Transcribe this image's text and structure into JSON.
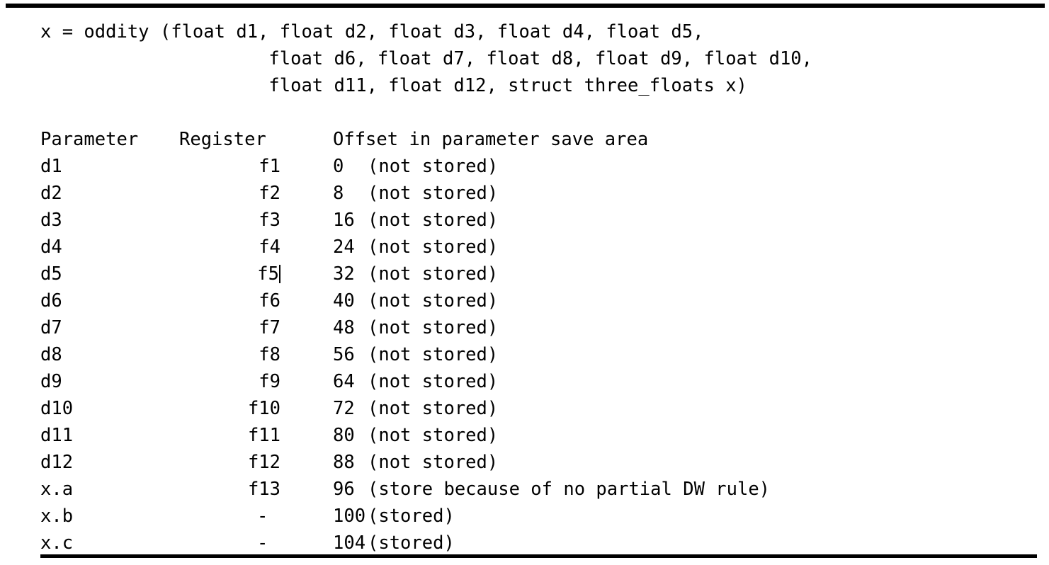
{
  "signature": {
    "lines": [
      "x = oddity (float d1, float d2, float d3, float d4, float d5,",
      "                     float d6, float d7, float d8, float d9, float d10,",
      "                     float d11, float d12, struct three_floats x)"
    ]
  },
  "table": {
    "headers": {
      "parameter": "Parameter",
      "register": "Register",
      "offset": "Offset in parameter save area"
    },
    "rows": [
      {
        "parameter": "d1",
        "register": "f1",
        "offset": "0",
        "note": "(not stored)",
        "caret": false,
        "reg_align": "right"
      },
      {
        "parameter": "d2",
        "register": "f2",
        "offset": "8",
        "note": "(not stored)",
        "caret": false,
        "reg_align": "right"
      },
      {
        "parameter": "d3",
        "register": "f3",
        "offset": "16",
        "note": "(not stored)",
        "caret": false,
        "reg_align": "right"
      },
      {
        "parameter": "d4",
        "register": "f4",
        "offset": "24",
        "note": "(not stored)",
        "caret": false,
        "reg_align": "right"
      },
      {
        "parameter": "d5",
        "register": "f5",
        "offset": "32",
        "note": "(not stored)",
        "caret": true,
        "reg_align": "right"
      },
      {
        "parameter": "d6",
        "register": "f6",
        "offset": "40",
        "note": "(not stored)",
        "caret": false,
        "reg_align": "right"
      },
      {
        "parameter": "d7",
        "register": "f7",
        "offset": "48",
        "note": "(not stored)",
        "caret": false,
        "reg_align": "right"
      },
      {
        "parameter": "d8",
        "register": "f8",
        "offset": "56",
        "note": "(not stored)",
        "caret": false,
        "reg_align": "right"
      },
      {
        "parameter": "d9",
        "register": "f9",
        "offset": "64",
        "note": "(not stored)",
        "caret": false,
        "reg_align": "right"
      },
      {
        "parameter": "d10",
        "register": "f10",
        "offset": "72",
        "note": "(not stored)",
        "caret": false,
        "reg_align": "right"
      },
      {
        "parameter": "d11",
        "register": "f11",
        "offset": "80",
        "note": "(not stored)",
        "caret": false,
        "reg_align": "right"
      },
      {
        "parameter": "d12",
        "register": "f12",
        "offset": "88",
        "note": "(not stored)",
        "caret": false,
        "reg_align": "right"
      },
      {
        "parameter": "x.a",
        "register": "f13",
        "offset": "96",
        "note": "(store because of no partial DW rule)",
        "caret": false,
        "reg_align": "right"
      },
      {
        "parameter": "x.b",
        "register": "-",
        "offset": "100",
        "note": "(stored)",
        "caret": false,
        "reg_align": "left"
      },
      {
        "parameter": "x.c",
        "register": "-",
        "offset": "104",
        "note": "(stored)",
        "caret": false,
        "reg_align": "left"
      }
    ]
  },
  "colors": {
    "text": "#000000",
    "background": "#ffffff",
    "rule": "#000000"
  }
}
